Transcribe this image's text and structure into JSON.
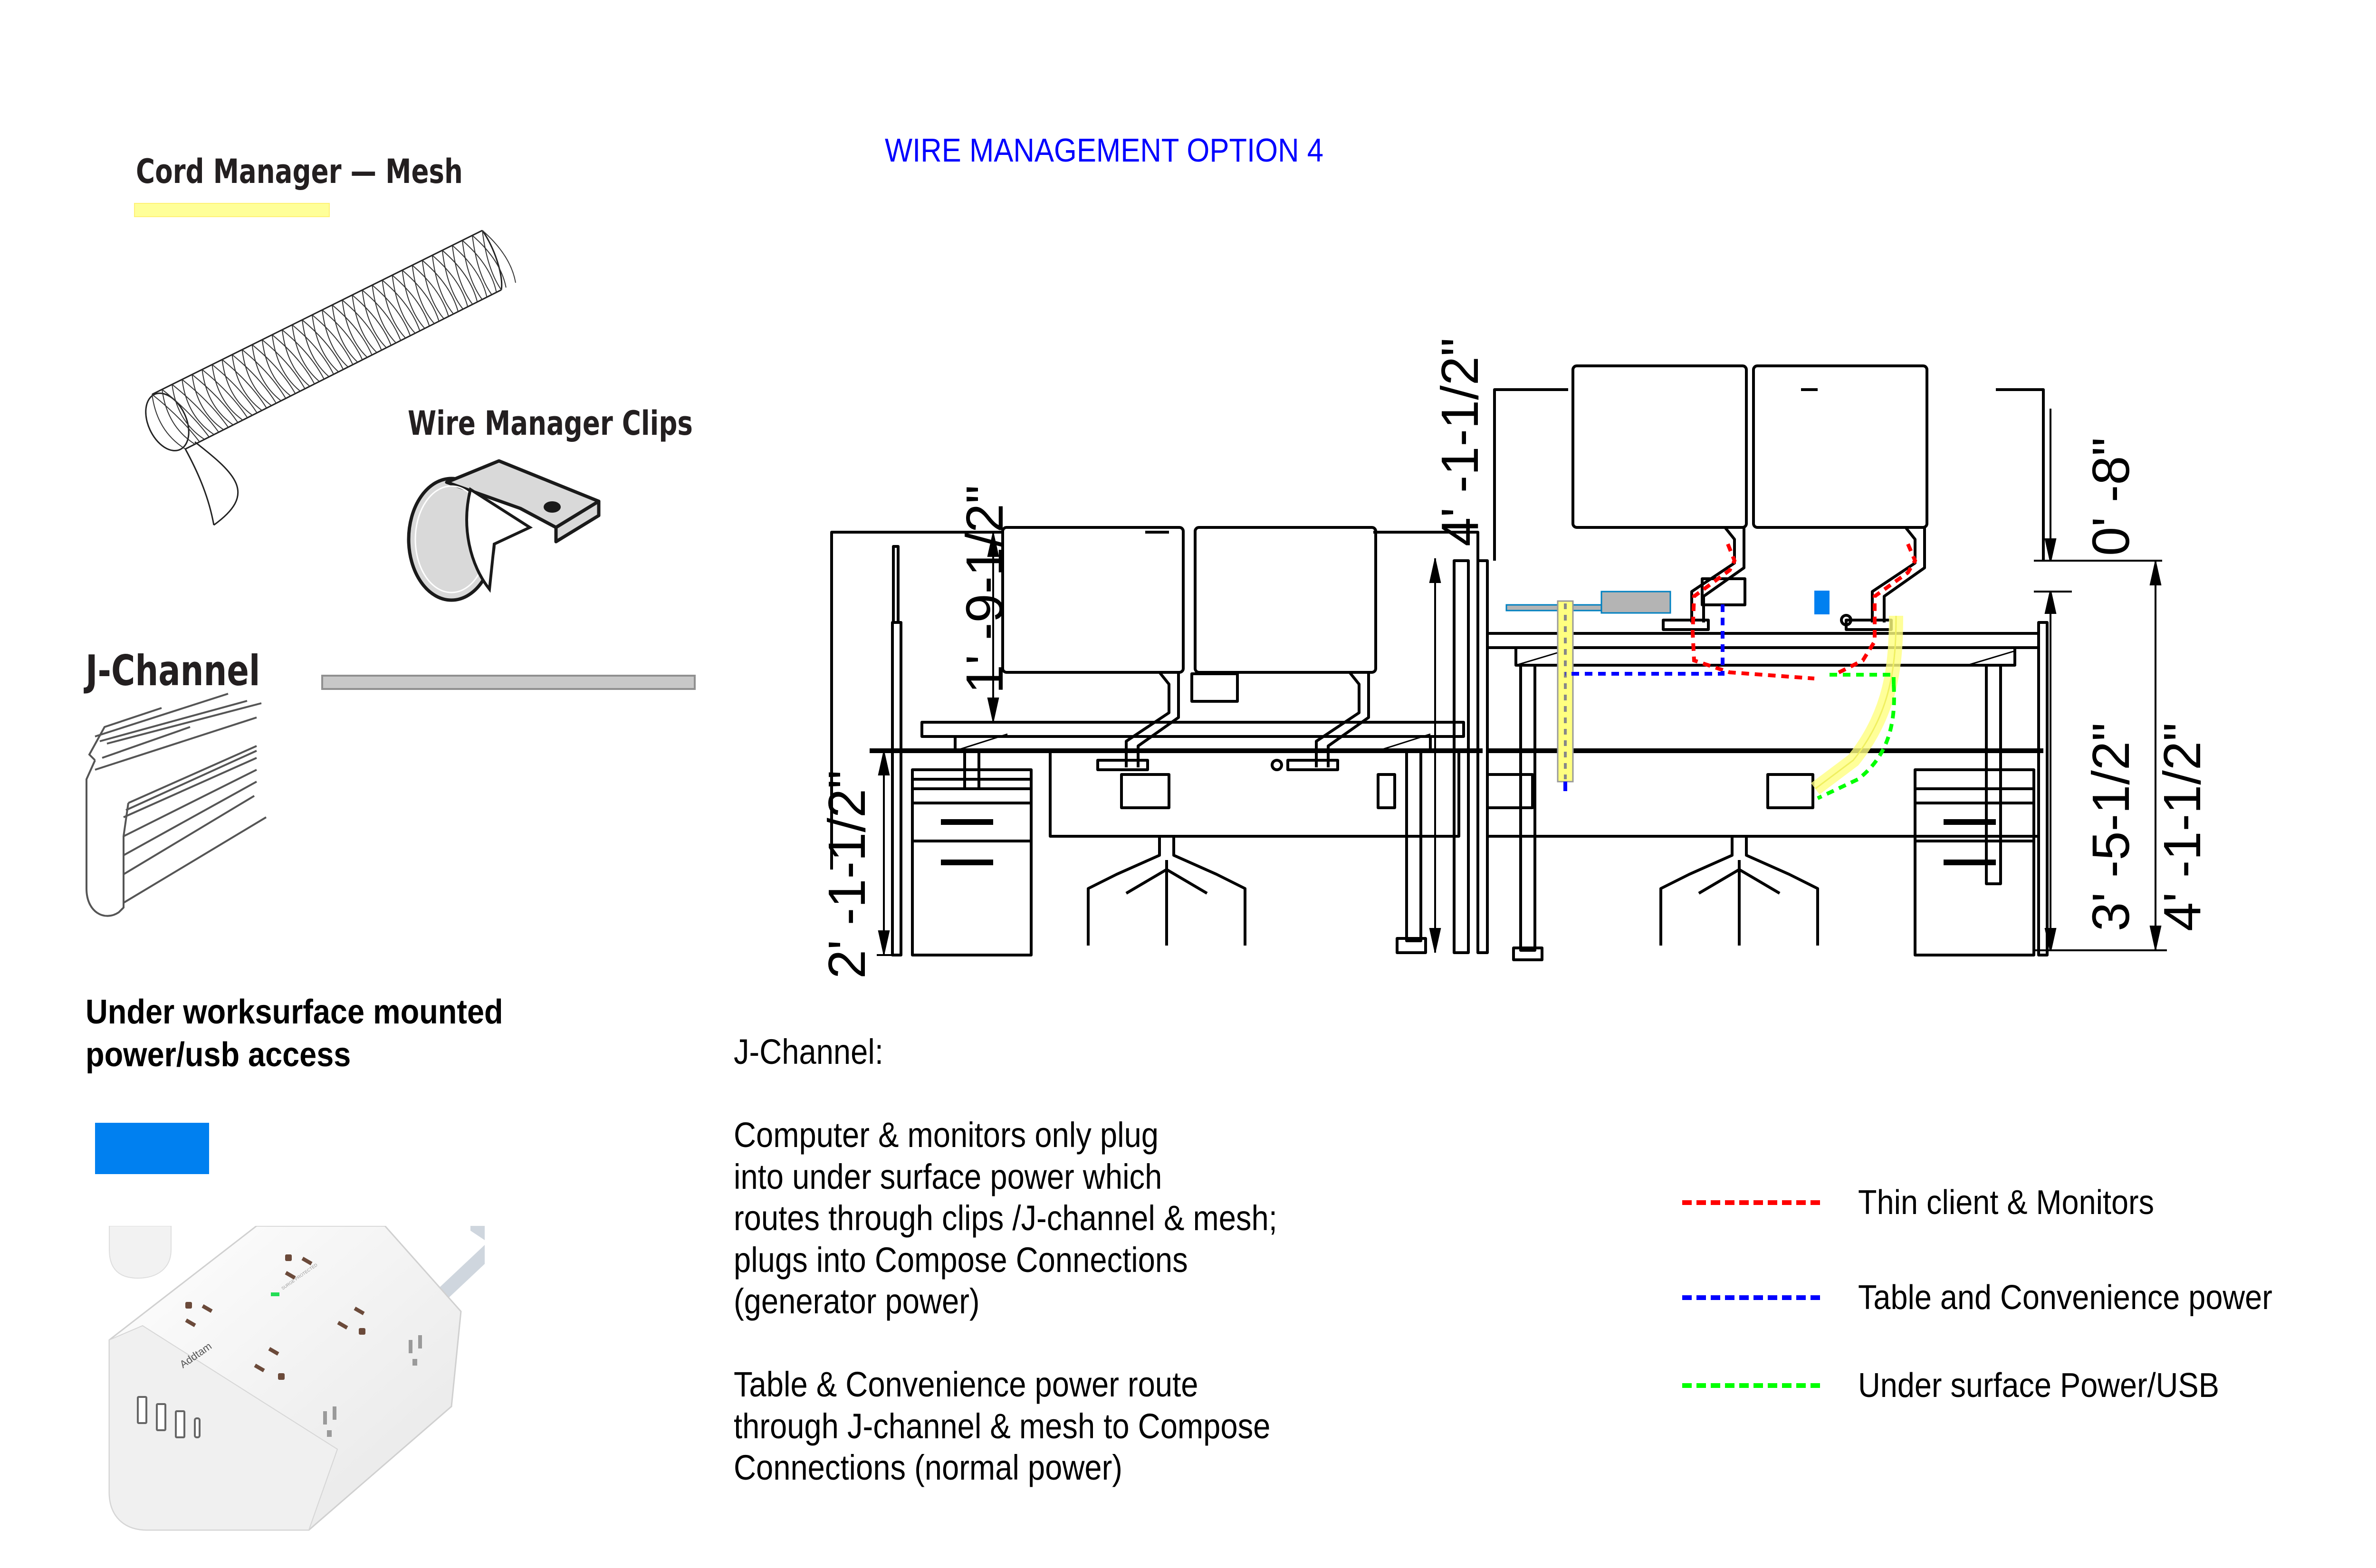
{
  "title": "WIRE MANAGEMENT OPTION 4",
  "products": {
    "mesh": {
      "label": "Cord Manager — Mesh",
      "highlight_color": "#ffff99"
    },
    "clips": {
      "label": "Wire Manager Clips"
    },
    "jchannel": {
      "label": "J-Channel",
      "swatch_color": "#c8c8c8"
    },
    "under_surface": {
      "label_lines": [
        "Under worksurface mounted",
        "power/usb access"
      ],
      "swatch_color": "#0080f0",
      "power_strip_brand": "Addtam",
      "power_strip_indicator": "SURGE PROTECTED"
    }
  },
  "notes": {
    "lines": [
      "J-Channel:",
      "",
      "Computer & monitors only plug",
      "into under surface power which",
      "routes through clips /J-channel & mesh;",
      "plugs into Compose Connections",
      "(generator power)",
      "",
      "Table & Convenience power route",
      "through J-channel & mesh to Compose",
      "Connections (normal power)"
    ]
  },
  "legend": [
    {
      "label": "Thin client & Monitors",
      "color": "#ff0000"
    },
    {
      "label": "Table and Convenience power",
      "color": "#0000ff"
    },
    {
      "label": "Under surface Power/USB",
      "color": "#00ff00"
    }
  ],
  "dimensions": {
    "left_screen_height": "1' -9-1/2\"",
    "left_desk_height": "2' -1-1/2\"",
    "panel_height": "4' -1-1/2\"",
    "right_screen_above_desk": "0' -8\"",
    "right_panel_to_top": "3' -5-1/2\"",
    "right_total_height": "4' -1-1/2\""
  }
}
